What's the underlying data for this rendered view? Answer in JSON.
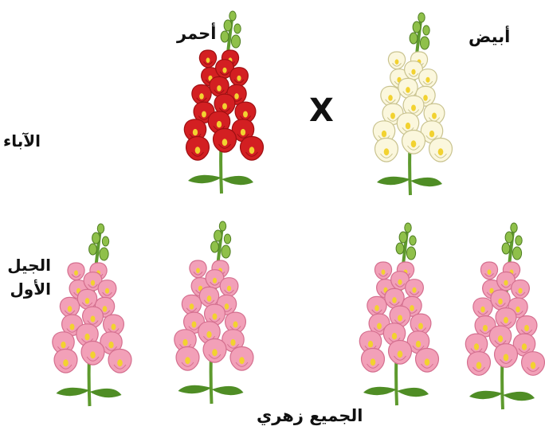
{
  "labels": {
    "red_parent": "أحمر",
    "white_parent": "أبيض",
    "cross_symbol": "X",
    "parents_row": "الآباء",
    "first_gen_line1": "الجيل",
    "first_gen_line2": "الأول",
    "all_result": "الجميع زهري"
  },
  "colors": {
    "red_petal": "#d31f22",
    "red_petal_dark": "#9e0f12",
    "white_petal": "#fbf7dd",
    "white_outline": "#c9c38f",
    "pink_petal": "#f2a0b8",
    "pink_outline": "#d46f8f",
    "stem": "#5e9a2e",
    "leaf": "#4f8d25",
    "flower_center": "#f2d230"
  },
  "icons": {
    "red": "red-snapdragon-icon",
    "white": "white-snapdragon-icon",
    "pink": "pink-snapdragon-icon"
  }
}
